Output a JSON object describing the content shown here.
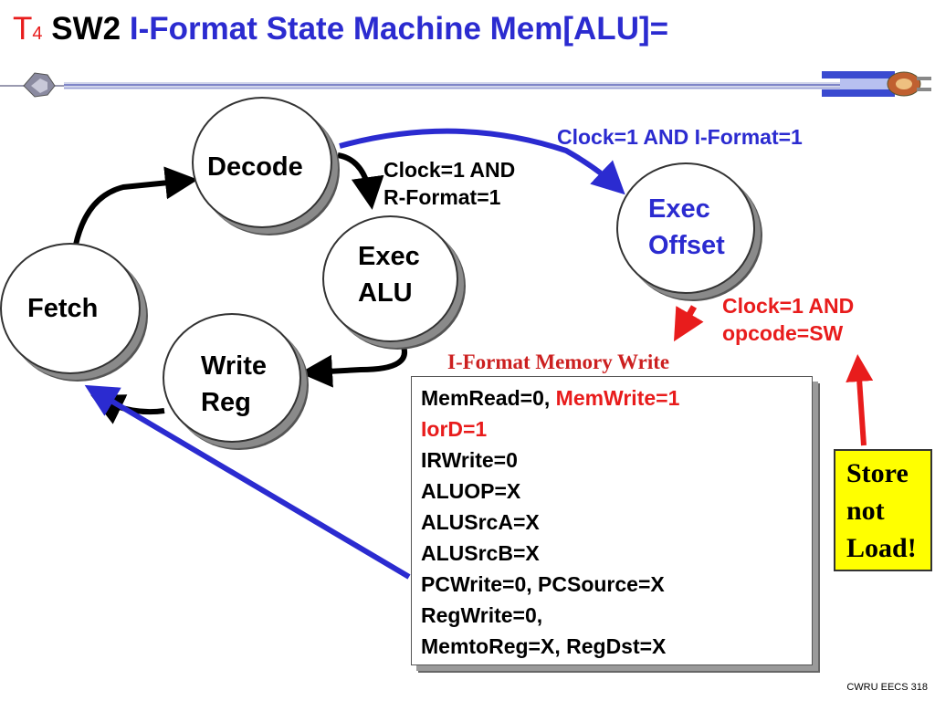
{
  "title": {
    "t": "T",
    "sub": "4",
    "sw": "SW2",
    "main": "I-Format State Machine Mem[ALU]="
  },
  "states": {
    "decode": "Decode",
    "fetch": "Fetch",
    "exec_alu_1": "Exec",
    "exec_alu_2": "ALU",
    "write_reg_1": "Write",
    "write_reg_2": "Reg",
    "exec_offset_1": "Exec",
    "exec_offset_2": "Offset"
  },
  "conditions": {
    "i_format": "Clock=1 AND I-Format=1",
    "r_format_1": "Clock=1 AND",
    "r_format_2": "R-Format=1",
    "sw_1": "Clock=1 AND",
    "sw_2": "opcode=SW"
  },
  "memory_write": {
    "title": "I-Format Memory Write",
    "line1_a": "MemRead=0, ",
    "line1_b": "MemWrite=1",
    "line2": "IorD=1",
    "line3": "IRWrite=0",
    "line4": "ALUOP=X",
    "line5": "ALUSrcA=X",
    "line6": "ALUSrcB=X",
    "line7": "PCWrite=0, PCSource=X",
    "line8": "RegWrite=0,",
    "line9": "MemtoReg=X, RegDst=X"
  },
  "note": {
    "line1": "Store",
    "line2": "not",
    "line3": "Load!"
  },
  "footer": "CWRU EECS 318",
  "colors": {
    "blue": "#2b2bd0",
    "red": "#e81c1c",
    "note_bg": "#ffff00"
  }
}
